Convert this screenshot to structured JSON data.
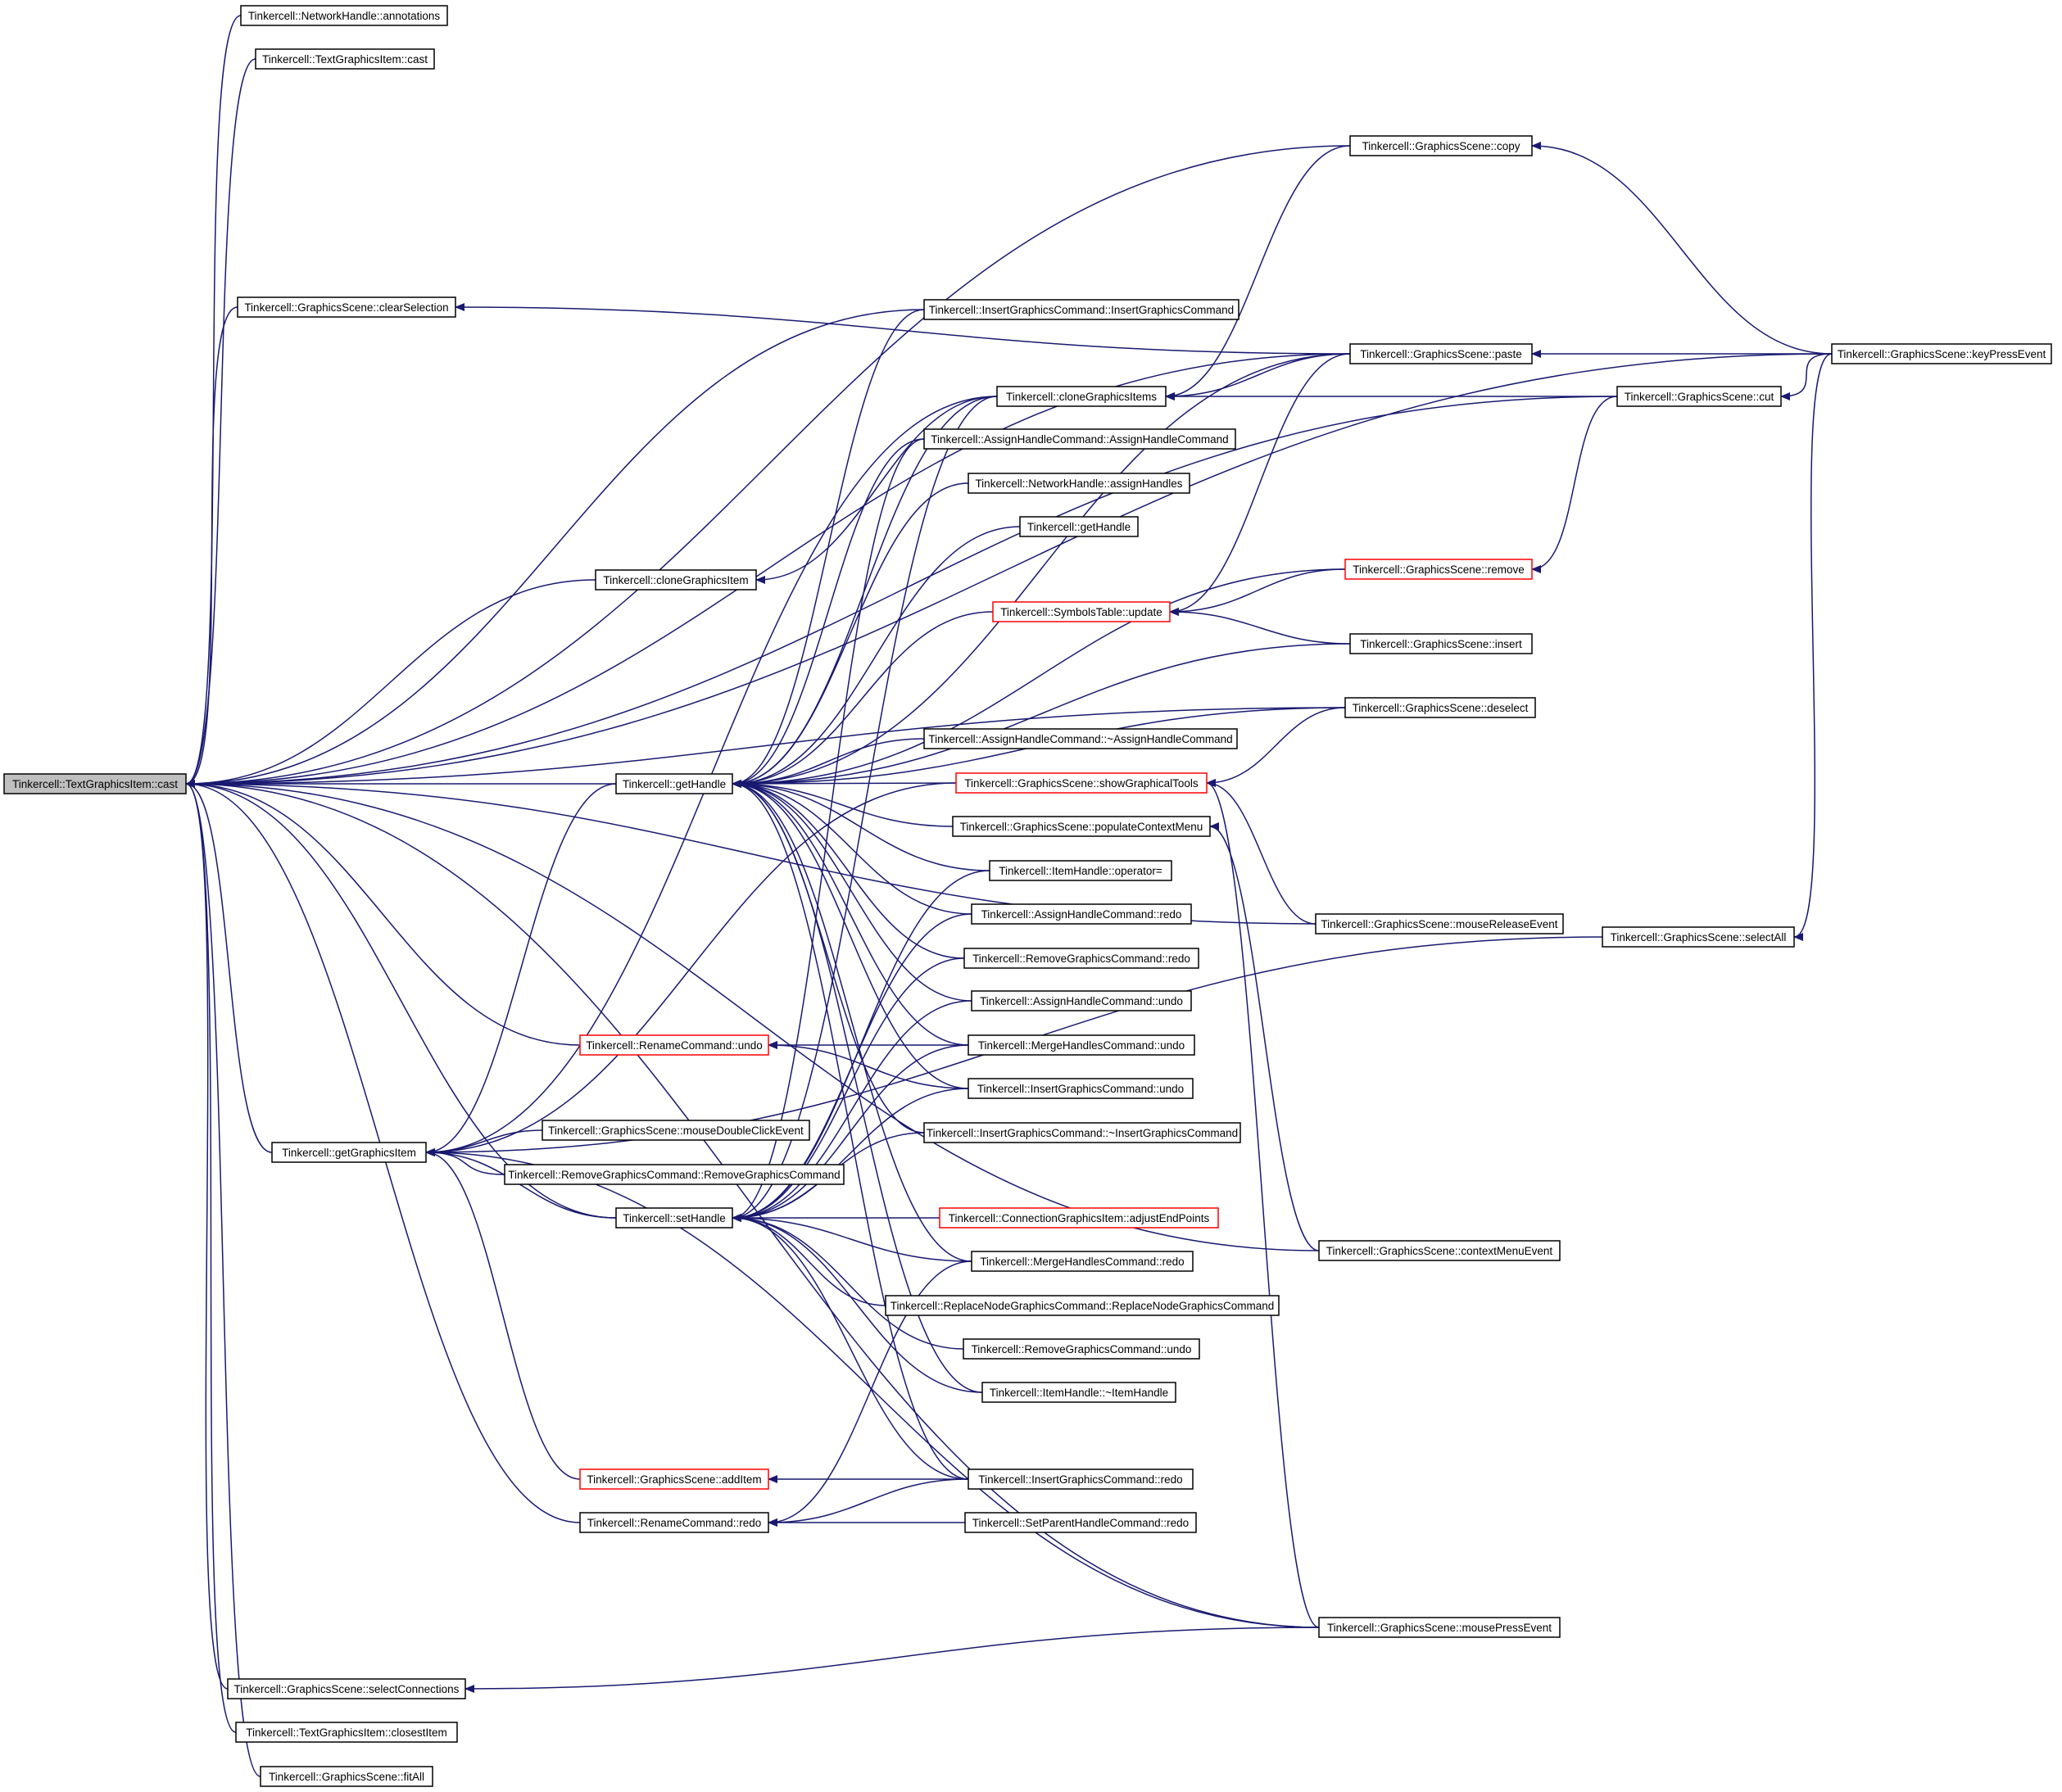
{
  "colors": {
    "edge": "#191970",
    "node_border": "#000000",
    "node_fill": "#ffffff",
    "root_fill": "#bfbfbf",
    "truncated_border": "#ff0000"
  },
  "nodes": {
    "root": {
      "label": "Tinkercell::TextGraphicsItem::cast",
      "root": true
    },
    "nh_annotations": {
      "label": "Tinkercell::NetworkHandle::annotations"
    },
    "tgi_cast": {
      "label": "Tinkercell::TextGraphicsItem::cast"
    },
    "gs_clearSelection": {
      "label": "Tinkercell::GraphicsScene::clearSelection"
    },
    "cloneGraphicsItem": {
      "label": "Tinkercell::cloneGraphicsItem"
    },
    "getHandle_main": {
      "label": "Tinkercell::getHandle"
    },
    "rename_undo": {
      "label": "Tinkercell::RenameCommand::undo",
      "truncated": true
    },
    "getGraphicsItem": {
      "label": "Tinkercell::getGraphicsItem"
    },
    "setHandle": {
      "label": "Tinkercell::setHandle"
    },
    "gs_addItem": {
      "label": "Tinkercell::GraphicsScene::addItem",
      "truncated": true
    },
    "rename_redo": {
      "label": "Tinkercell::RenameCommand::redo"
    },
    "gs_selectConnections": {
      "label": "Tinkercell::GraphicsScene::selectConnections"
    },
    "tgi_closestItem": {
      "label": "Tinkercell::TextGraphicsItem::closestItem"
    },
    "gs_fitAll": {
      "label": "Tinkercell::GraphicsScene::fitAll"
    },
    "igc_ctor": {
      "label": "Tinkercell::InsertGraphicsCommand::InsertGraphicsCommand"
    },
    "cloneGraphicsItems": {
      "label": "Tinkercell::cloneGraphicsItems"
    },
    "ahc_ctor": {
      "label": "Tinkercell::AssignHandleCommand::AssignHandleCommand"
    },
    "nh_assignHandles": {
      "label": "Tinkercell::NetworkHandle::assignHandles"
    },
    "getHandle_2": {
      "label": "Tinkercell::getHandle"
    },
    "st_update": {
      "label": "Tinkercell::SymbolsTable::update",
      "truncated": true
    },
    "ahc_dtor": {
      "label": "Tinkercell::AssignHandleCommand::~AssignHandleCommand"
    },
    "gs_showGraphicalTools": {
      "label": "Tinkercell::GraphicsScene::showGraphicalTools",
      "truncated": true
    },
    "gs_populateContextMenu": {
      "label": "Tinkercell::GraphicsScene::populateContextMenu"
    },
    "ih_operator": {
      "label": "Tinkercell::ItemHandle::operator="
    },
    "ahc_redo": {
      "label": "Tinkercell::AssignHandleCommand::redo"
    },
    "rgc_redo": {
      "label": "Tinkercell::RemoveGraphicsCommand::redo"
    },
    "ahc_undo": {
      "label": "Tinkercell::AssignHandleCommand::undo"
    },
    "mhc_undo": {
      "label": "Tinkercell::MergeHandlesCommand::undo"
    },
    "igc_undo": {
      "label": "Tinkercell::InsertGraphicsCommand::undo"
    },
    "gs_mouseDoubleClickEvent": {
      "label": "Tinkercell::GraphicsScene::mouseDoubleClickEvent"
    },
    "igc_dtor": {
      "label": "Tinkercell::InsertGraphicsCommand::~InsertGraphicsCommand"
    },
    "rgc_ctor": {
      "label": "Tinkercell::RemoveGraphicsCommand::RemoveGraphicsCommand"
    },
    "cgi_adjustEndPoints": {
      "label": "Tinkercell::ConnectionGraphicsItem::adjustEndPoints",
      "truncated": true
    },
    "mhc_redo": {
      "label": "Tinkercell::MergeHandlesCommand::redo"
    },
    "rngc_ctor": {
      "label": "Tinkercell::ReplaceNodeGraphicsCommand::ReplaceNodeGraphicsCommand"
    },
    "rgc_undo": {
      "label": "Tinkercell::RemoveGraphicsCommand::undo"
    },
    "ih_dtor": {
      "label": "Tinkercell::ItemHandle::~ItemHandle"
    },
    "igc_redo": {
      "label": "Tinkercell::InsertGraphicsCommand::redo"
    },
    "sphc_redo": {
      "label": "Tinkercell::SetParentHandleCommand::redo"
    },
    "gs_copy": {
      "label": "Tinkercell::GraphicsScene::copy"
    },
    "gs_paste": {
      "label": "Tinkercell::GraphicsScene::paste"
    },
    "gs_remove": {
      "label": "Tinkercell::GraphicsScene::remove",
      "truncated": true
    },
    "gs_insert": {
      "label": "Tinkercell::GraphicsScene::insert"
    },
    "gs_deselect": {
      "label": "Tinkercell::GraphicsScene::deselect"
    },
    "gs_mouseReleaseEvent": {
      "label": "Tinkercell::GraphicsScene::mouseReleaseEvent"
    },
    "gs_contextMenuEvent": {
      "label": "Tinkercell::GraphicsScene::contextMenuEvent"
    },
    "gs_mousePressEvent": {
      "label": "Tinkercell::GraphicsScene::mousePressEvent"
    },
    "gs_cut": {
      "label": "Tinkercell::GraphicsScene::cut"
    },
    "gs_selectAll": {
      "label": "Tinkercell::GraphicsScene::selectAll"
    },
    "gs_keyPressEvent": {
      "label": "Tinkercell::GraphicsScene::keyPressEvent"
    }
  },
  "edges": [
    [
      "nh_annotations",
      "root"
    ],
    [
      "tgi_cast",
      "root"
    ],
    [
      "gs_copy",
      "root"
    ],
    [
      "gs_keyPressEvent",
      "root"
    ],
    [
      "gs_cut",
      "root"
    ],
    [
      "gs_paste",
      "root"
    ],
    [
      "gs_clearSelection",
      "root"
    ],
    [
      "igc_ctor",
      "root"
    ],
    [
      "cloneGraphicsItem",
      "root"
    ],
    [
      "gs_deselect",
      "root"
    ],
    [
      "getHandle_main",
      "root"
    ],
    [
      "rename_undo",
      "root"
    ],
    [
      "getGraphicsItem",
      "root"
    ],
    [
      "setHandle",
      "root"
    ],
    [
      "gs_mouseReleaseEvent",
      "root"
    ],
    [
      "rename_redo",
      "root"
    ],
    [
      "gs_contextMenuEvent",
      "root"
    ],
    [
      "gs_mousePressEvent",
      "root"
    ],
    [
      "gs_selectConnections",
      "root"
    ],
    [
      "tgi_closestItem",
      "root"
    ],
    [
      "gs_fitAll",
      "root"
    ],
    [
      "gs_paste",
      "gs_clearSelection"
    ],
    [
      "cloneGraphicsItems",
      "cloneGraphicsItem"
    ],
    [
      "igc_ctor",
      "getHandle_main"
    ],
    [
      "cloneGraphicsItems",
      "getHandle_main"
    ],
    [
      "ahc_ctor",
      "getHandle_main"
    ],
    [
      "nh_assignHandles",
      "getHandle_main"
    ],
    [
      "getHandle_2",
      "getHandle_main"
    ],
    [
      "st_update",
      "getHandle_main"
    ],
    [
      "gs_remove",
      "getHandle_main"
    ],
    [
      "gs_insert",
      "getHandle_main"
    ],
    [
      "gs_paste",
      "getHandle_main"
    ],
    [
      "gs_deselect",
      "getHandle_main"
    ],
    [
      "ahc_dtor",
      "getHandle_main"
    ],
    [
      "gs_showGraphicalTools",
      "getHandle_main"
    ],
    [
      "gs_populateContextMenu",
      "getHandle_main"
    ],
    [
      "ih_operator",
      "getHandle_main"
    ],
    [
      "ahc_redo",
      "getHandle_main"
    ],
    [
      "rgc_redo",
      "getHandle_main"
    ],
    [
      "ahc_undo",
      "getHandle_main"
    ],
    [
      "mhc_undo",
      "getHandle_main"
    ],
    [
      "igc_undo",
      "getHandle_main"
    ],
    [
      "igc_dtor",
      "getHandle_main"
    ],
    [
      "mhc_redo",
      "getHandle_main"
    ],
    [
      "ih_dtor",
      "getHandle_main"
    ],
    [
      "igc_redo",
      "getHandle_main"
    ],
    [
      "mhc_undo",
      "rename_undo"
    ],
    [
      "igc_undo",
      "rename_undo"
    ],
    [
      "getHandle_main",
      "getGraphicsItem"
    ],
    [
      "cloneGraphicsItems",
      "getGraphicsItem"
    ],
    [
      "gs_mouseDoubleClickEvent",
      "getGraphicsItem"
    ],
    [
      "rgc_ctor",
      "getGraphicsItem"
    ],
    [
      "setHandle",
      "getGraphicsItem"
    ],
    [
      "gs_addItem",
      "getGraphicsItem"
    ],
    [
      "gs_mousePressEvent",
      "getGraphicsItem"
    ],
    [
      "gs_selectAll",
      "getGraphicsItem"
    ],
    [
      "gs_showGraphicalTools",
      "getGraphicsItem"
    ],
    [
      "cloneGraphicsItems",
      "setHandle"
    ],
    [
      "ahc_ctor",
      "setHandle"
    ],
    [
      "ih_operator",
      "setHandle"
    ],
    [
      "ahc_redo",
      "setHandle"
    ],
    [
      "rgc_redo",
      "setHandle"
    ],
    [
      "ahc_undo",
      "setHandle"
    ],
    [
      "mhc_undo",
      "setHandle"
    ],
    [
      "igc_undo",
      "setHandle"
    ],
    [
      "igc_dtor",
      "setHandle"
    ],
    [
      "cgi_adjustEndPoints",
      "setHandle"
    ],
    [
      "mhc_redo",
      "setHandle"
    ],
    [
      "rngc_ctor",
      "setHandle"
    ],
    [
      "rgc_undo",
      "setHandle"
    ],
    [
      "ih_dtor",
      "setHandle"
    ],
    [
      "igc_redo",
      "setHandle"
    ],
    [
      "igc_redo",
      "gs_addItem"
    ],
    [
      "igc_redo",
      "rename_redo"
    ],
    [
      "sphc_redo",
      "rename_redo"
    ],
    [
      "mhc_redo",
      "rename_redo"
    ],
    [
      "gs_copy",
      "cloneGraphicsItems"
    ],
    [
      "gs_paste",
      "cloneGraphicsItems"
    ],
    [
      "gs_cut",
      "cloneGraphicsItems"
    ],
    [
      "gs_paste",
      "st_update"
    ],
    [
      "gs_remove",
      "st_update"
    ],
    [
      "gs_insert",
      "st_update"
    ],
    [
      "gs_deselect",
      "gs_showGraphicalTools"
    ],
    [
      "gs_mouseReleaseEvent",
      "gs_showGraphicalTools"
    ],
    [
      "gs_mousePressEvent",
      "gs_showGraphicalTools"
    ],
    [
      "gs_contextMenuEvent",
      "gs_populateContextMenu"
    ],
    [
      "gs_mousePressEvent",
      "gs_selectConnections"
    ],
    [
      "gs_keyPressEvent",
      "gs_copy"
    ],
    [
      "gs_keyPressEvent",
      "gs_paste"
    ],
    [
      "gs_keyPressEvent",
      "gs_cut"
    ],
    [
      "gs_cut",
      "gs_remove"
    ],
    [
      "gs_keyPressEvent",
      "gs_selectAll"
    ]
  ]
}
